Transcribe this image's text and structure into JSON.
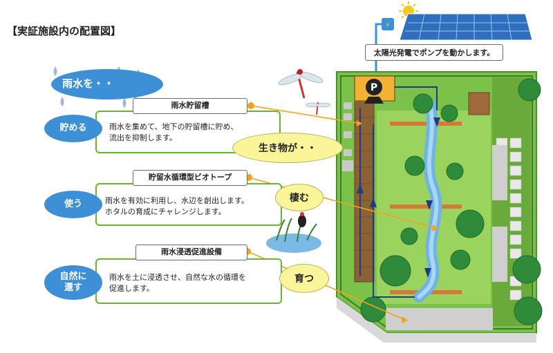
{
  "page_title": "【実証施設内の配置図】",
  "solar_caption": "太陽光発電でポンプを動かします。",
  "pump_label": "P",
  "rain_label": "雨水を・・",
  "sections": [
    {
      "tag": "雨水貯留槽",
      "verb": "貯める",
      "desc_lines": [
        "雨水を集めて、地下の貯留槽に貯め、",
        "流出を抑制します。"
      ]
    },
    {
      "tag": "貯留水循環型ビオトープ",
      "verb": "使う",
      "desc_lines": [
        "雨水を有効に利用し、水辺を創出します。",
        "ホタルの育成にチャレンジします。"
      ]
    },
    {
      "tag": "雨水浸透促進設備",
      "verb_lines": [
        "自然に",
        "還す"
      ],
      "desc_lines": [
        "雨水を土に浸透させ、自然な水の循環を",
        "促進します。"
      ]
    }
  ],
  "bubbles": {
    "creatures": "生き物が・・",
    "inhabit": "棲む",
    "grow": "育つ"
  },
  "colors": {
    "water_blue": "#3d8fd6",
    "green_frame": "#67b436",
    "bubble_yellow": "#fbf59a",
    "callout_orange": "#f2a31b"
  }
}
